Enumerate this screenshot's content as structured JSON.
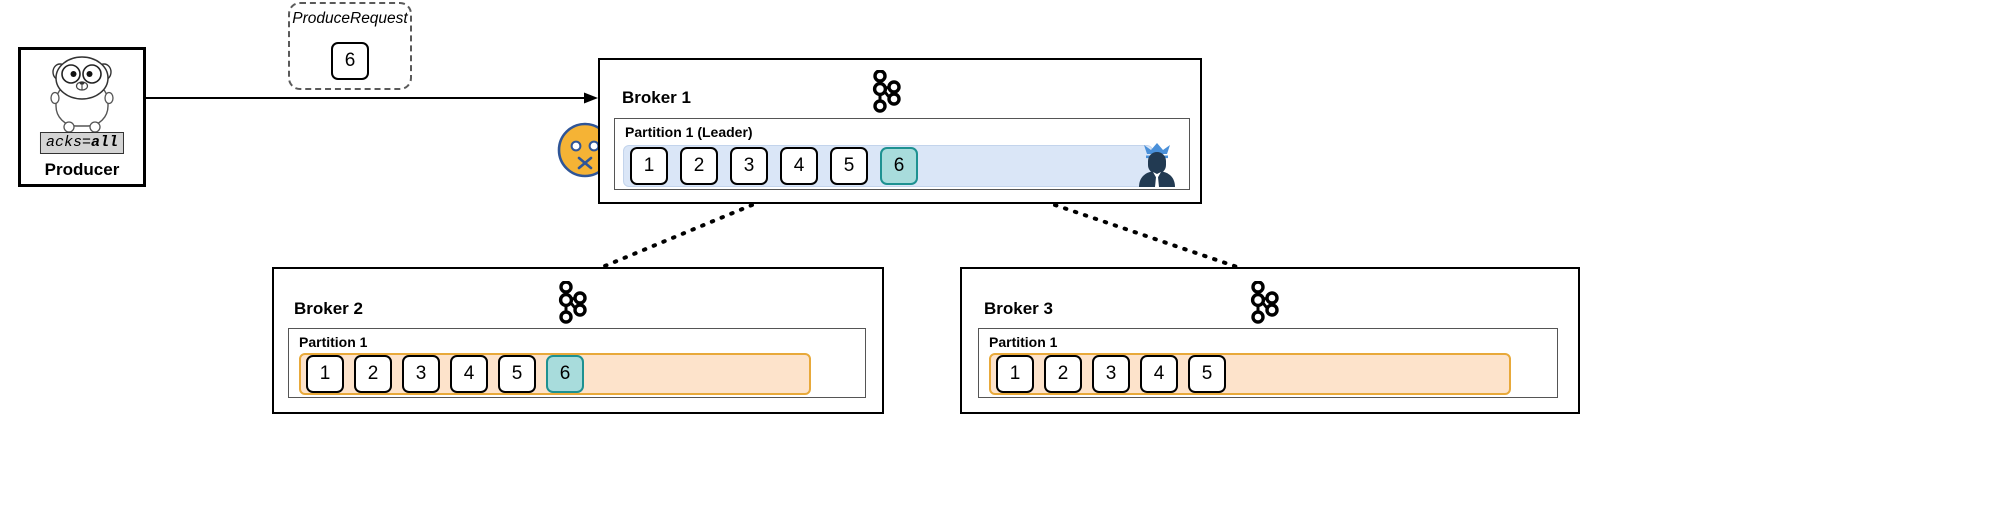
{
  "diagram": {
    "title_hidden": "",
    "colors": {
      "leader_log_fill": "#dae6f7",
      "leader_log_stroke": "#c3d4ec",
      "follower_log_fill": "#fde3cb",
      "follower_log_stroke": "#e8a93a",
      "new_message_fill": "#a8dcdc",
      "new_message_stroke": "#1d9191",
      "silent_face_fill": "#f5b335",
      "silent_face_stroke": "#2f5597",
      "leader_icon_fill": "#223a52",
      "leader_crown_fill": "#4a90d9"
    }
  },
  "producer": {
    "label": "Producer",
    "acks_prefix": "acks=",
    "acks_value": "all",
    "icon": "go-gopher-icon"
  },
  "produce_request": {
    "title": "ProduceRequest",
    "message": "6"
  },
  "brokers": [
    {
      "name": "Broker 1",
      "role": "leader",
      "icon": "kafka-logo-icon",
      "status_icon": "silent-face-icon",
      "leader_icon": "crowned-person-icon",
      "partition": {
        "title": "Partition 1 (Leader)",
        "messages": [
          "1",
          "2",
          "3",
          "4",
          "5",
          "6"
        ],
        "highlighted_message": "6"
      }
    },
    {
      "name": "Broker 2",
      "role": "follower",
      "icon": "kafka-logo-icon",
      "partition": {
        "title": "Partition 1",
        "messages": [
          "1",
          "2",
          "3",
          "4",
          "5",
          "6"
        ],
        "highlighted_message": "6"
      }
    },
    {
      "name": "Broker 3",
      "role": "follower",
      "icon": "kafka-logo-icon",
      "partition": {
        "title": "Partition 1",
        "messages": [
          "1",
          "2",
          "3",
          "4",
          "5"
        ],
        "highlighted_message": null
      }
    }
  ]
}
